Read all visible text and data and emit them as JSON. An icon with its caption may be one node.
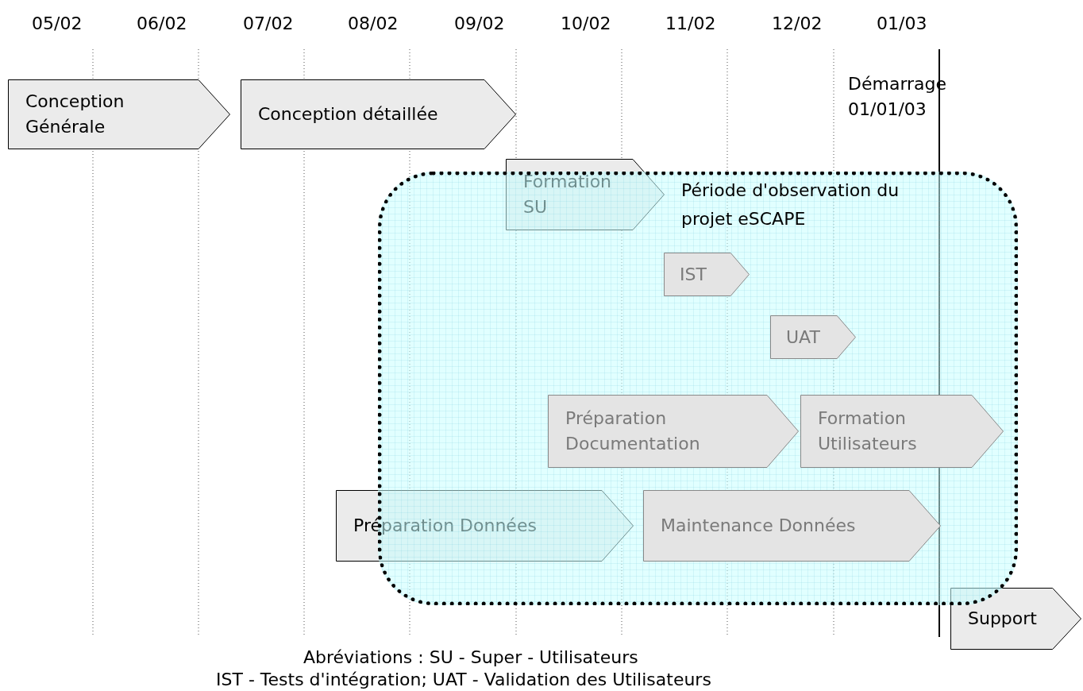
{
  "diagram": {
    "nodes": [
      {
        "text": [
          "Conception Générale"
        ]
      },
      {
        "text": [
          "Conception détaillée"
        ]
      },
      {
        "text": [
          "Formation SU"
        ]
      },
      {
        "text": [
          "Période d'observation du projet eSCAPE"
        ]
      },
      {
        "text": [
          "IST"
        ],
        "in": 3
      },
      {
        "text": [
          "UAT"
        ],
        "in": 3
      },
      {
        "text": [
          "Préparation Documentation"
        ],
        "in": 3
      },
      {
        "text": [
          "Formation Utilisateurs"
        ],
        "in": 3
      },
      {
        "text": [
          "Préparation Données"
        ]
      },
      {
        "text": [
          "Maintenance Données"
        ],
        "in": 3
      },
      {
        "text": [
          "Support"
        ]
      }
    ],
    "edges": [],
    "labels": [
      "05/02",
      "06/02",
      "07/02",
      "08/02",
      "09/02",
      "10/02",
      "11/02",
      "12/02",
      "01/03",
      "Démarrage 01/01/03",
      "Abréviations : SU - Super - Utilisateurs",
      "IST - Tests d'intégration; UAT - Validation des Utilisateurs"
    ]
  }
}
